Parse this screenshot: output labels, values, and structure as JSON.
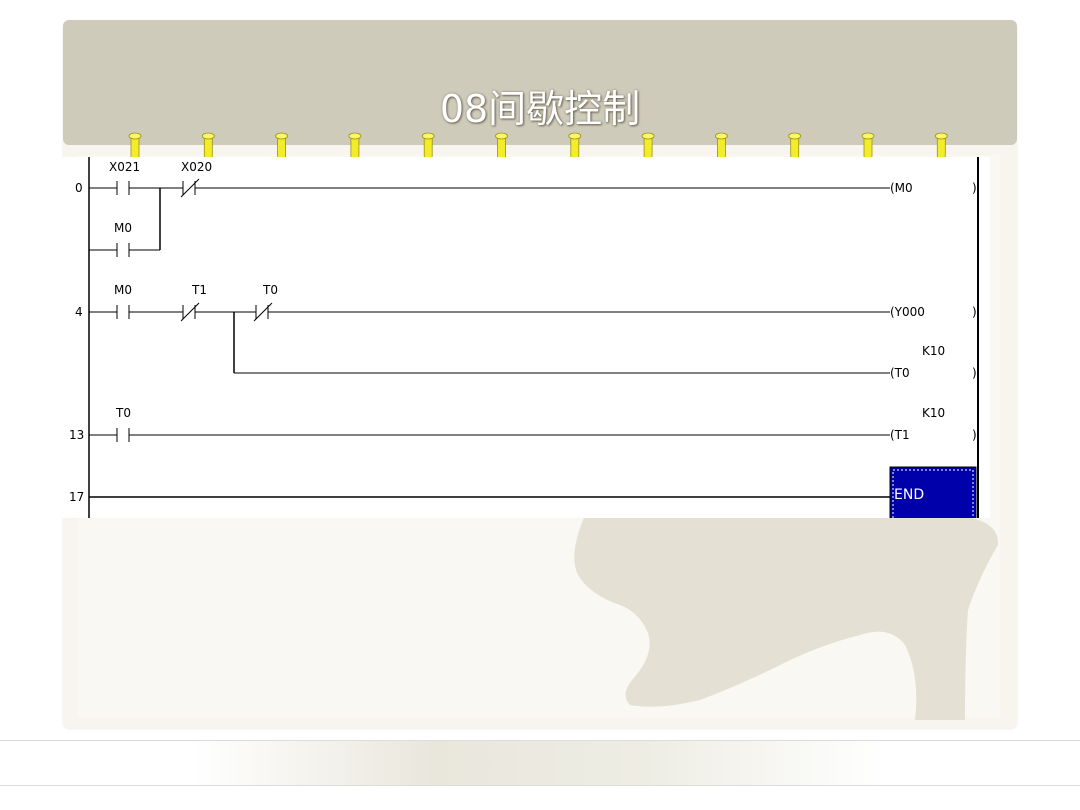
{
  "slide": {
    "title": "08间歇控制"
  },
  "ladder": {
    "rungs": [
      {
        "step": "0",
        "contacts": [
          "X021",
          "X020"
        ],
        "branch_contact": "M0",
        "coil": "(M0"
      },
      {
        "step": "4",
        "contacts": [
          "M0",
          "T1",
          "T0"
        ],
        "coil": "(Y000",
        "branch_coil": "(T0",
        "branch_setting": "K10"
      },
      {
        "step": "13",
        "contacts": [
          "T0"
        ],
        "coil": "(T1",
        "setting": "K10"
      },
      {
        "step": "17",
        "end_label": "END"
      }
    ],
    "coil_close": ")",
    "colors": {
      "end_box": "#0000aa",
      "rail": "#000000"
    }
  },
  "colors": {
    "title_bar": "#cfcbbb",
    "ring": "#f2ec2a",
    "paper": "#faf8f2"
  }
}
